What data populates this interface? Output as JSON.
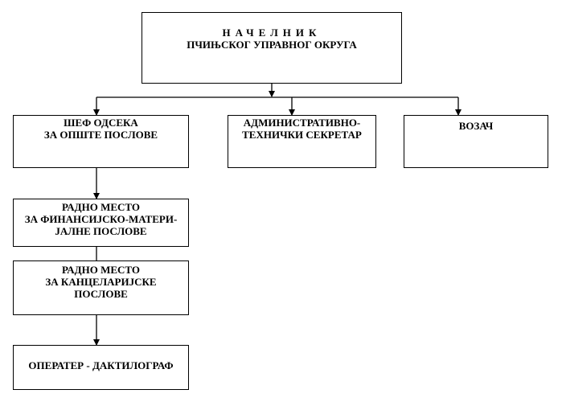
{
  "boxes": {
    "head": {
      "line1": "НАЧЕЛНИК",
      "line2": "ПЧИЊСКОГ УПРАВНОГ ОКРУГА"
    },
    "chief_general": {
      "line1": "ШЕФ ОДСЕКА",
      "line2": "ЗА ОПШТЕ ПОСЛОВЕ"
    },
    "admin_secretary": {
      "line1": "АДМИНИСТРАТИВНО-",
      "line2": "ТЕХНИЧКИ СЕКРЕТАР"
    },
    "driver": {
      "line1": "ВОЗАЧ"
    },
    "finance_post": {
      "line1": "РАДНО МЕСТО",
      "line2": "ЗА ФИНАНСИЈСКО-МАТЕРИ-",
      "line3": "ЈАЛНЕ ПОСЛОВЕ"
    },
    "office_post": {
      "line1": "РАДНО МЕСТО",
      "line2": "ЗА КАНЦЕЛАРИЈСКЕ",
      "line3": "ПОСЛОВЕ"
    },
    "typist": {
      "line1": "ОПЕРАТЕР - ДАКТИЛОГРАФ"
    }
  }
}
